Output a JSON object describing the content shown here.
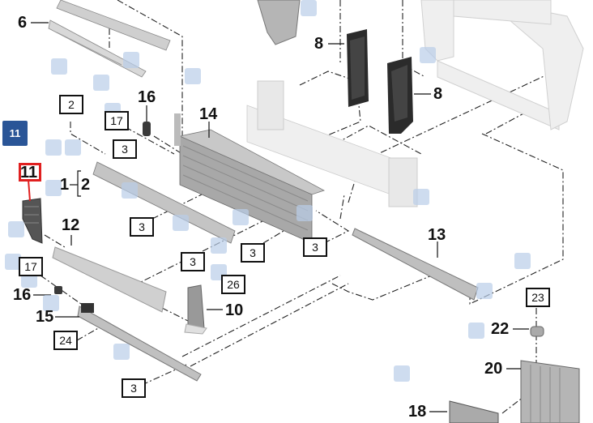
{
  "page_badge": "11",
  "selected_part": "11",
  "colors": {
    "badge": "#2a5597",
    "selection": "#e02020",
    "hotspot": "#b9cde8",
    "part_dark": "#2a2a2a",
    "part_mid": "#9a9a9a",
    "part_light": "#e6e6e6"
  },
  "callouts": [
    {
      "id": "6",
      "label": "6"
    },
    {
      "id": "16a",
      "label": "16"
    },
    {
      "id": "14",
      "label": "14"
    },
    {
      "id": "8a",
      "label": "8"
    },
    {
      "id": "8b",
      "label": "8"
    },
    {
      "id": "11",
      "label": "11"
    },
    {
      "id": "1",
      "label": "1"
    },
    {
      "id": "2",
      "label": "2"
    },
    {
      "id": "12",
      "label": "12"
    },
    {
      "id": "13",
      "label": "13"
    },
    {
      "id": "16b",
      "label": "16"
    },
    {
      "id": "15",
      "label": "15"
    },
    {
      "id": "10",
      "label": "10"
    },
    {
      "id": "22",
      "label": "22"
    },
    {
      "id": "20",
      "label": "20"
    },
    {
      "id": "18",
      "label": "18"
    }
  ],
  "boxed_refs": [
    {
      "label": "2"
    },
    {
      "label": "17"
    },
    {
      "label": "3"
    },
    {
      "label": "3"
    },
    {
      "label": "3"
    },
    {
      "label": "3"
    },
    {
      "label": "3"
    },
    {
      "label": "17"
    },
    {
      "label": "26"
    },
    {
      "label": "24"
    },
    {
      "label": "3"
    },
    {
      "label": "23"
    }
  ]
}
